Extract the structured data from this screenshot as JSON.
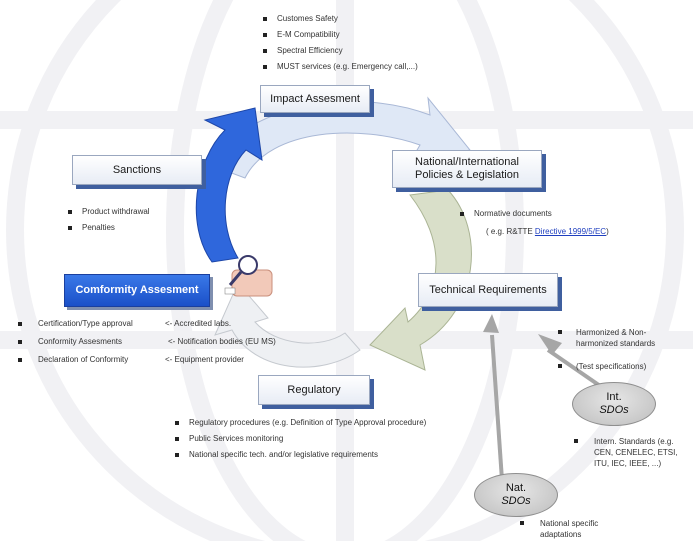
{
  "boxes": {
    "impact": "Impact Assesment",
    "national_line1": "National/International",
    "national_line2": "Policies & Legislation",
    "technical": "Technical Requirements",
    "regulatory": "Regulatory",
    "conformity": "Comformity Assesment",
    "sanctions": "Sanctions"
  },
  "impact_bullets": [
    "Customes Safety",
    "E-M Compatibility",
    "Spectral Efficiency",
    "MUST services  (e.g. Emergency call,...)"
  ],
  "sanctions_bullets": [
    "Product withdrawal",
    "Penalties"
  ],
  "policies": {
    "bullet": "Normative documents",
    "ref_prefix": "( e.g. R&TTE ",
    "ref_link": "Directive 1999/5/EC",
    "ref_suffix": ")"
  },
  "technical": {
    "bullet1_line1": "Harmonized & Non-",
    "bullet1_line2": "harmonized standards",
    "bullet2": "(Test specifications)"
  },
  "conformity_rows": [
    {
      "left": "Certification/Type approval",
      "right": "<- Accredited labs."
    },
    {
      "left": "Conformity Assesments",
      "right": "<- Notification bodies (EU MS)"
    },
    {
      "left": "Declaration of Conformity",
      "right": "<- Equipment provider"
    }
  ],
  "regulatory_bullets": [
    "Regulatory procedures  (e.g. Definition of  Type Approval procedure)",
    "Public Services monitoring",
    "National specific tech. and/or legislative requirements"
  ],
  "int_sdo": {
    "line1": "Int.",
    "line2": "SDOs"
  },
  "nat_sdo": {
    "line1": "Nat.",
    "line2": "SDOs"
  },
  "int_note": {
    "line1": "Intern. Standards (e.g.",
    "line2": "CEN, CENELEC, ETSI,",
    "line3": "ITU, IEC, IEEE, ...)"
  },
  "nat_note": {
    "line1": "National specific",
    "line2": "adaptations"
  },
  "colors": {
    "accent_blue": "#2f67dc",
    "shadow_blue": "#3f5f9f",
    "arrow_light_blue": "#dfe8f6",
    "arrow_green": "#d9dfc9",
    "arrow_pale": "#eef0f3",
    "sdo_grey": "#bdbdbd"
  },
  "icons": [
    "magnifier-hand-icon"
  ]
}
